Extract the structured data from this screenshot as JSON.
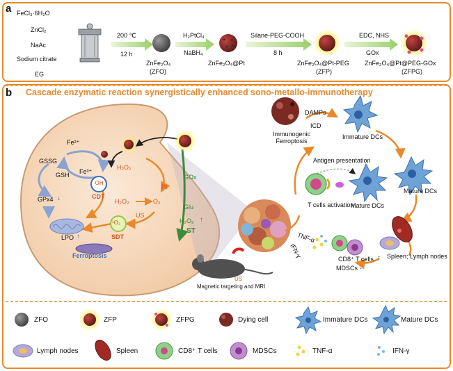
{
  "panel_a": {
    "letter": "a",
    "reagents": [
      "FeCl₃·6H₂O",
      "ZnCl₂",
      "NaAc",
      "Sodium citrate",
      "EG"
    ],
    "step1": {
      "cond_top": "200 ℃",
      "cond_bottom": "12 h",
      "product": "ZnFe₂O₄",
      "abbr": "(ZFO)"
    },
    "step2": {
      "cond_top": "H₂PtCl₄",
      "cond_bottom": "NaBH₄",
      "product": "ZnFe₂O₄@Pt"
    },
    "step3": {
      "cond_top": "Silane-PEG-COOH",
      "cond_bottom": "8 h",
      "product": "ZnFe₂O₄@Pt-PEG",
      "abbr": "(ZFP)"
    },
    "step4": {
      "cond_top": "EDC, NHS",
      "cond_bottom": "GOx",
      "product": "ZnFe₂O₄@Pt@PEG-GOx",
      "abbr": "(ZFPG)"
    }
  },
  "panel_b": {
    "letter": "b",
    "title": "Cascade enzymatic reaction synergistically enhanced sono-metallo-immunotherapy",
    "cell": {
      "fe2": "Fe²⁺",
      "fe3": "Fe³⁺",
      "gssg": "GSSG",
      "gsh": "GSH",
      "gpx4": "GPx4",
      "gpx4_arrow": "↓",
      "lpo": "LPO",
      "lpo_arrow": "↑",
      "ferroptosis": "Ferroptosis",
      "cdt": "CDT",
      "oh": "·OH",
      "h2o2_top": "H₂O₂",
      "pt": "Pt",
      "h2o2_mid": "H₂O₂",
      "o2": "O₂",
      "us": "US",
      "singlet": "¹O₂",
      "sdt": "SDT",
      "gox": "GOx",
      "glu": "Glu",
      "h2o2_st": "H₂O₂",
      "h2o2_st_arrow": "↑",
      "st": "ST"
    },
    "immune": {
      "icf": "Immunogenic Ferroptosis",
      "damps": "DAMPs",
      "icd": "ICD",
      "immature": "Immature DCs",
      "antigen": "Antigen presentation",
      "mature1": "Mature DCs",
      "mature2": "Mature DCs",
      "tcell": "T cells activation",
      "spleen": "Spleen; Lymph nodes",
      "cd8": "CD8⁺ T cells",
      "cd8_arrow": "↑",
      "mdsc": "MDSCs",
      "mdsc_arrow": "↓",
      "tnf": "TNF-α",
      "ifn": "IFN-γ"
    },
    "mouse": {
      "us": "US",
      "caption": "Magnetic targeting and MRI"
    }
  },
  "legend": {
    "row1": [
      "ZFO",
      "ZFP",
      "ZFPG",
      "Dying cell",
      "Immature DCs",
      "Mature DCs"
    ],
    "row2": [
      "Lymph nodes",
      "Spleen",
      "CD8⁺ T cells",
      "MDSCs",
      "TNF-α",
      "IFN-γ"
    ]
  },
  "colors": {
    "frame": "#e8892b",
    "title": "#e8892b",
    "cdt": "#d9531e",
    "sdt": "#d9531e",
    "st": "#2f8a2f",
    "ferroptosis": "#3c6fb6",
    "cell": "#f6d9c0"
  }
}
